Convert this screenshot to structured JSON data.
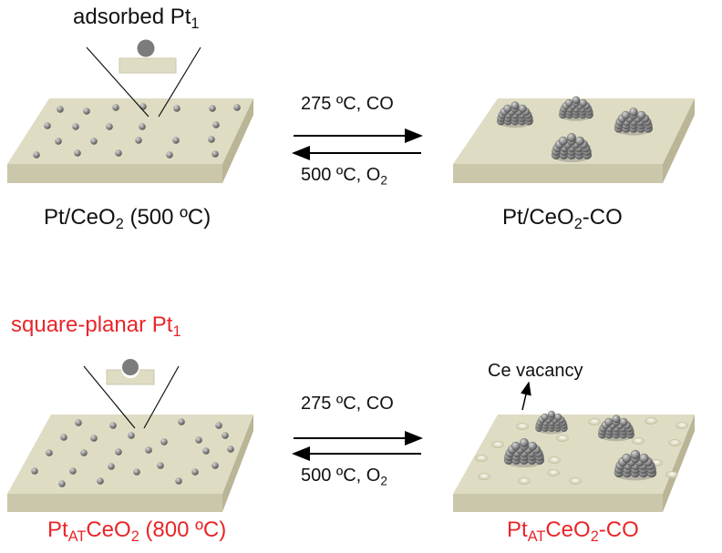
{
  "top_row": {
    "inset_label": {
      "text": "adsorbed Pt",
      "sub": "1"
    },
    "forward_condition": "275 ºC, CO",
    "reverse_condition": {
      "text": "500 ºC, O",
      "sub": "2"
    },
    "left_label": {
      "pre": "Pt/CeO",
      "sub": "2",
      "post": " (500 ºC)"
    },
    "right_label": {
      "pre": "Pt/CeO",
      "sub": "2",
      "post": "-CO"
    }
  },
  "bottom_row": {
    "inset_label": {
      "text": "square-planar Pt",
      "sub": "1"
    },
    "forward_condition": "275 ºC, CO",
    "reverse_condition": {
      "text": "500 ºC, O",
      "sub": "2"
    },
    "vacancy_label": "Ce vacancy",
    "left_label": {
      "pre": "Pt",
      "sub": "AT",
      "post": "CeO",
      "sub2": "2",
      "post2": " (800 ºC)"
    },
    "right_label": {
      "pre": "Pt",
      "sub": "AT",
      "post": "CeO",
      "sub2": "2",
      "post2": "-CO"
    }
  },
  "colors": {
    "support_top": "#dfdcc4",
    "support_side": "#cbc7aa",
    "atom": "#8a8a8a",
    "highlight_label": "#e8262a"
  }
}
